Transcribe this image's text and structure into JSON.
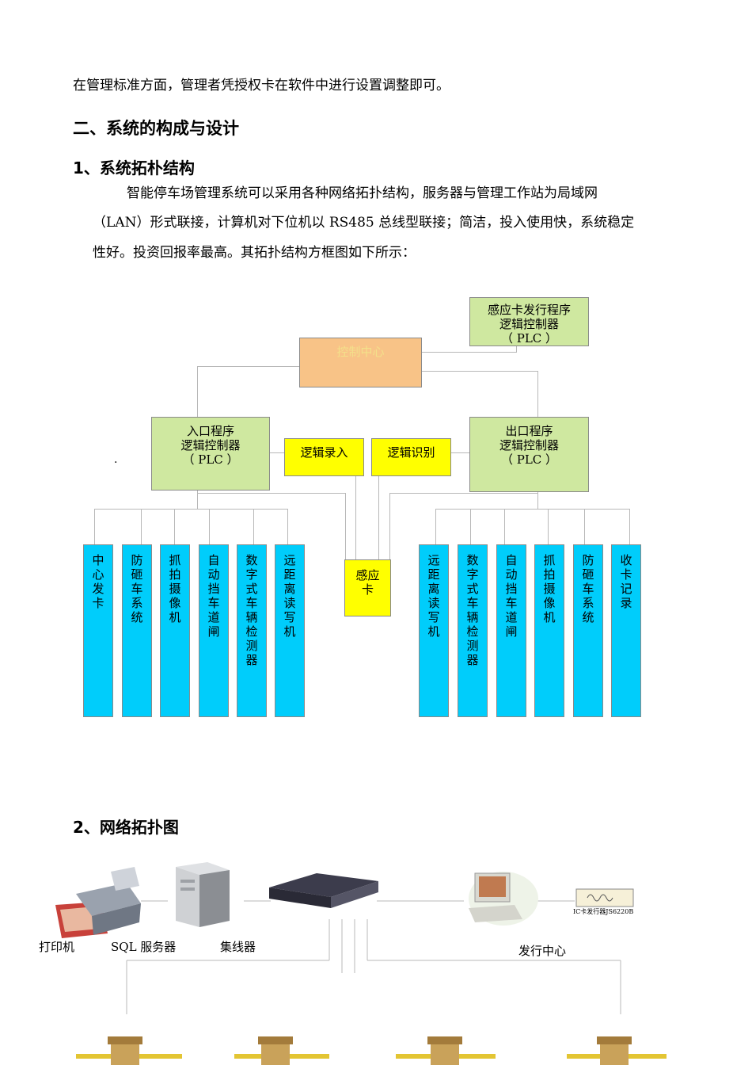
{
  "intro_line": "在管理标准方面，管理者凭授权卡在软件中进行设置调整即可。",
  "section_heading": "二、系统的构成与设计",
  "sub1_heading": "1、系统拓朴结构",
  "para_lines": [
    "智能停车场管理系统可以采用各种网络拓扑结构，服务器与管理工作站为局域网",
    "（LAN）形式联接，计算机对下位机以 RS485 总线型联接；简洁，投入使用快，系统稳定",
    "性好。投资回报率最高。其拓扑结构方框图如下所示："
  ],
  "diagram": {
    "card_issuer_plc": [
      "感应卡发行程序",
      "逻辑控制器",
      "（ PLC ）"
    ],
    "control_center": "控制中心",
    "entry_plc": [
      "入口程序",
      "逻辑控制器",
      "（ PLC ）"
    ],
    "exit_plc": [
      "出口程序",
      "逻辑控制器",
      "（ PLC ）"
    ],
    "logic_entry": "逻辑录入",
    "logic_recognize": "逻辑识别",
    "card": "感应卡",
    "dot": ".",
    "left_devices": [
      "中心发卡",
      "防砸车系统",
      "抓拍摄像机",
      "自动挡车道闸",
      "数字式车辆检测器",
      "远距离读写机"
    ],
    "right_devices": [
      "远距离读写机",
      "数字式车辆检测器",
      "自动挡车道闸",
      "抓拍摄像机",
      "防砸车系统",
      "收卡记录"
    ]
  },
  "sub2_heading": "2、网络拓扑图",
  "network": {
    "printer": "打印机",
    "sql_server": "SQL 服务器",
    "hub": "集线器",
    "issue_center": "发行中心",
    "issuer_label": "IC卡发行器JS6220B"
  },
  "colors": {
    "green": "#cfe8a0",
    "orange": "#f8c387",
    "yellow": "#ffff00",
    "cyan": "#00cdfb"
  }
}
